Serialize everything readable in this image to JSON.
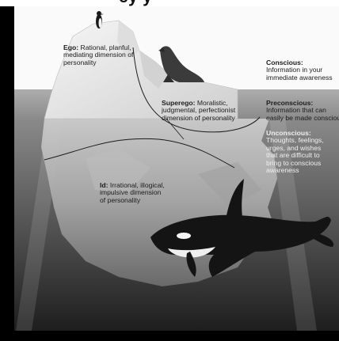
{
  "title_fragment": "ey    y",
  "levels": {
    "conscious": {
      "heading": "Conscious:",
      "lines": [
        "Information in your",
        "immediate awareness"
      ]
    },
    "preconscious": {
      "heading": "Preconscious:",
      "lines": [
        "Information that can",
        "easily be made conscious"
      ]
    },
    "unconscious": {
      "heading": "Unconscious:",
      "lines": [
        "Thoughts, feelings,",
        "urges, and wishes",
        "that are difficult to",
        "bring to conscious",
        "awareness"
      ]
    }
  },
  "structures": {
    "ego": {
      "heading": "Ego:",
      "first": "Rational, planful,",
      "lines": [
        "mediating dimension of",
        "personality"
      ]
    },
    "superego": {
      "heading": "Superego:",
      "first": "Moralistic,",
      "lines": [
        "judgmental, perfectionist",
        "dimension of personality"
      ]
    },
    "id": {
      "heading": "Id:",
      "first": "Irrational, illogical,",
      "lines": [
        "impulsive dimension",
        "of personality"
      ]
    }
  },
  "colors": {
    "sky": "#fdfdfd",
    "water_top": "#8c8c8c",
    "water_deep": "#202020",
    "ice": "#e6e6e6",
    "frame": "#000000"
  },
  "illustrations": [
    "penguin",
    "sea-lion",
    "iceberg",
    "orca"
  ]
}
